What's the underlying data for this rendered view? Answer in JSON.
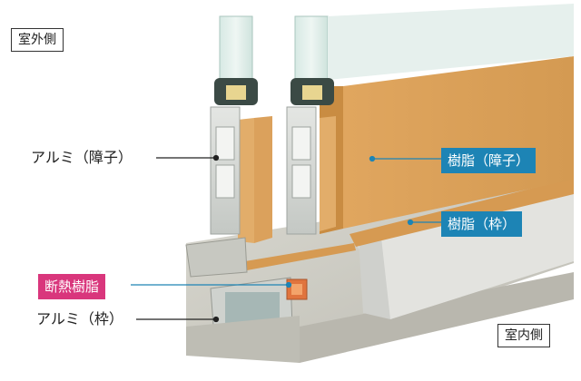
{
  "labels": {
    "outdoor": "室外側",
    "indoor": "室内側",
    "alu_sash": "アルミ（障子）",
    "alu_frame": "アルミ（枠）",
    "resin_sash": "樹脂（障子）",
    "resin_frame": "樹脂（枠）",
    "thermal_break": "断熱樹脂"
  },
  "colors": {
    "resin_tag": "#1d84b5",
    "thermal_tag": "#d9367c",
    "resin_wood": "#dba15c",
    "aluminum": "#d3d6d2"
  }
}
